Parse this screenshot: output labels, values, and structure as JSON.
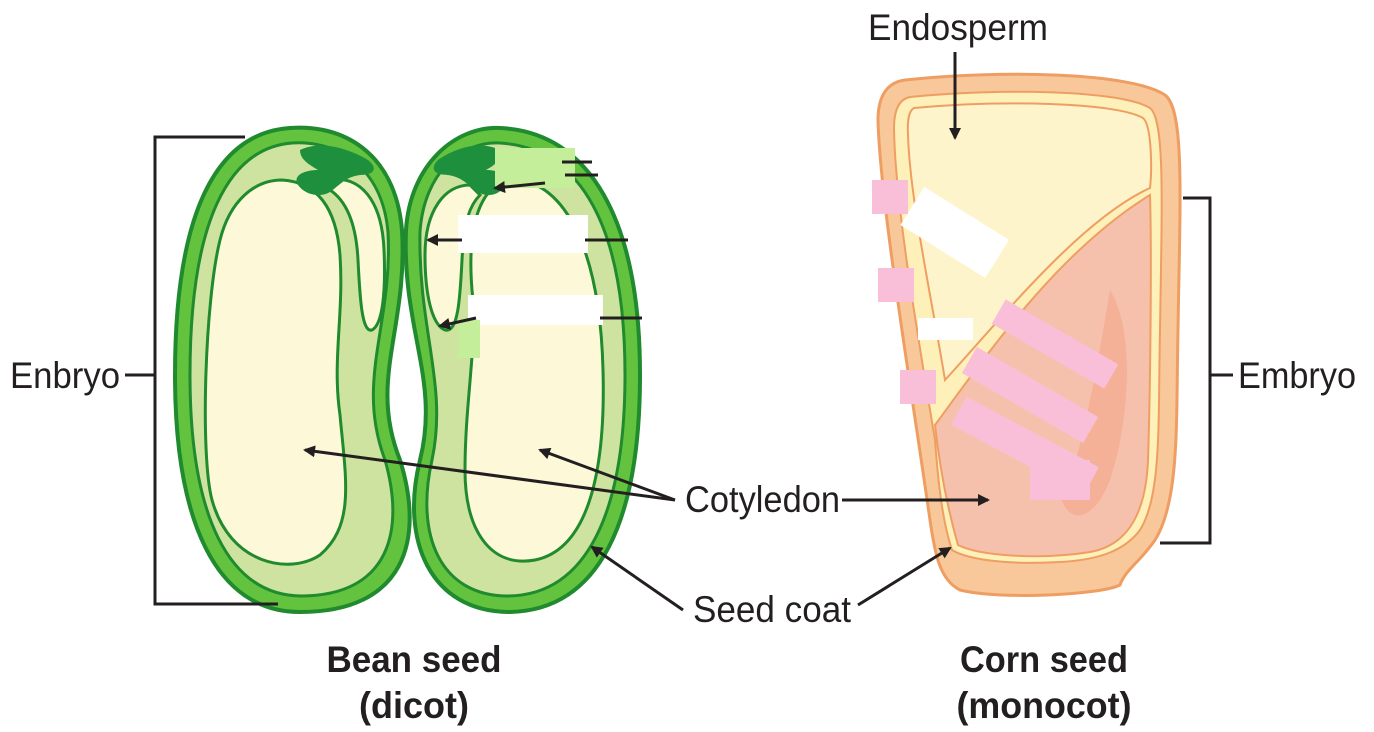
{
  "labels": {
    "endosperm": "Endosperm",
    "enbryo": "Enbryo",
    "embryo": "Embryo",
    "cotyledon": "Cotyledon",
    "seed_coat": "Seed coat"
  },
  "captions": {
    "bean_line1": "Bean seed",
    "bean_line2": "(dicot)",
    "corn_line1": "Corn seed",
    "corn_line2": "(monocot)"
  },
  "colors": {
    "bean_outer_green": "#63c23e",
    "bean_dark_green": "#1f8a2e",
    "bean_mid_green": "#cfe3a0",
    "bean_inner_cream": "#fdf8d8",
    "bean_plumule": "#1e8f3c",
    "corn_outer": "#f8c89a",
    "corn_outline": "#ef9e63",
    "corn_endosperm": "#fdf4cc",
    "corn_embryo": "#f6c1ac",
    "corn_highlight": "#f3aa8e"
  }
}
